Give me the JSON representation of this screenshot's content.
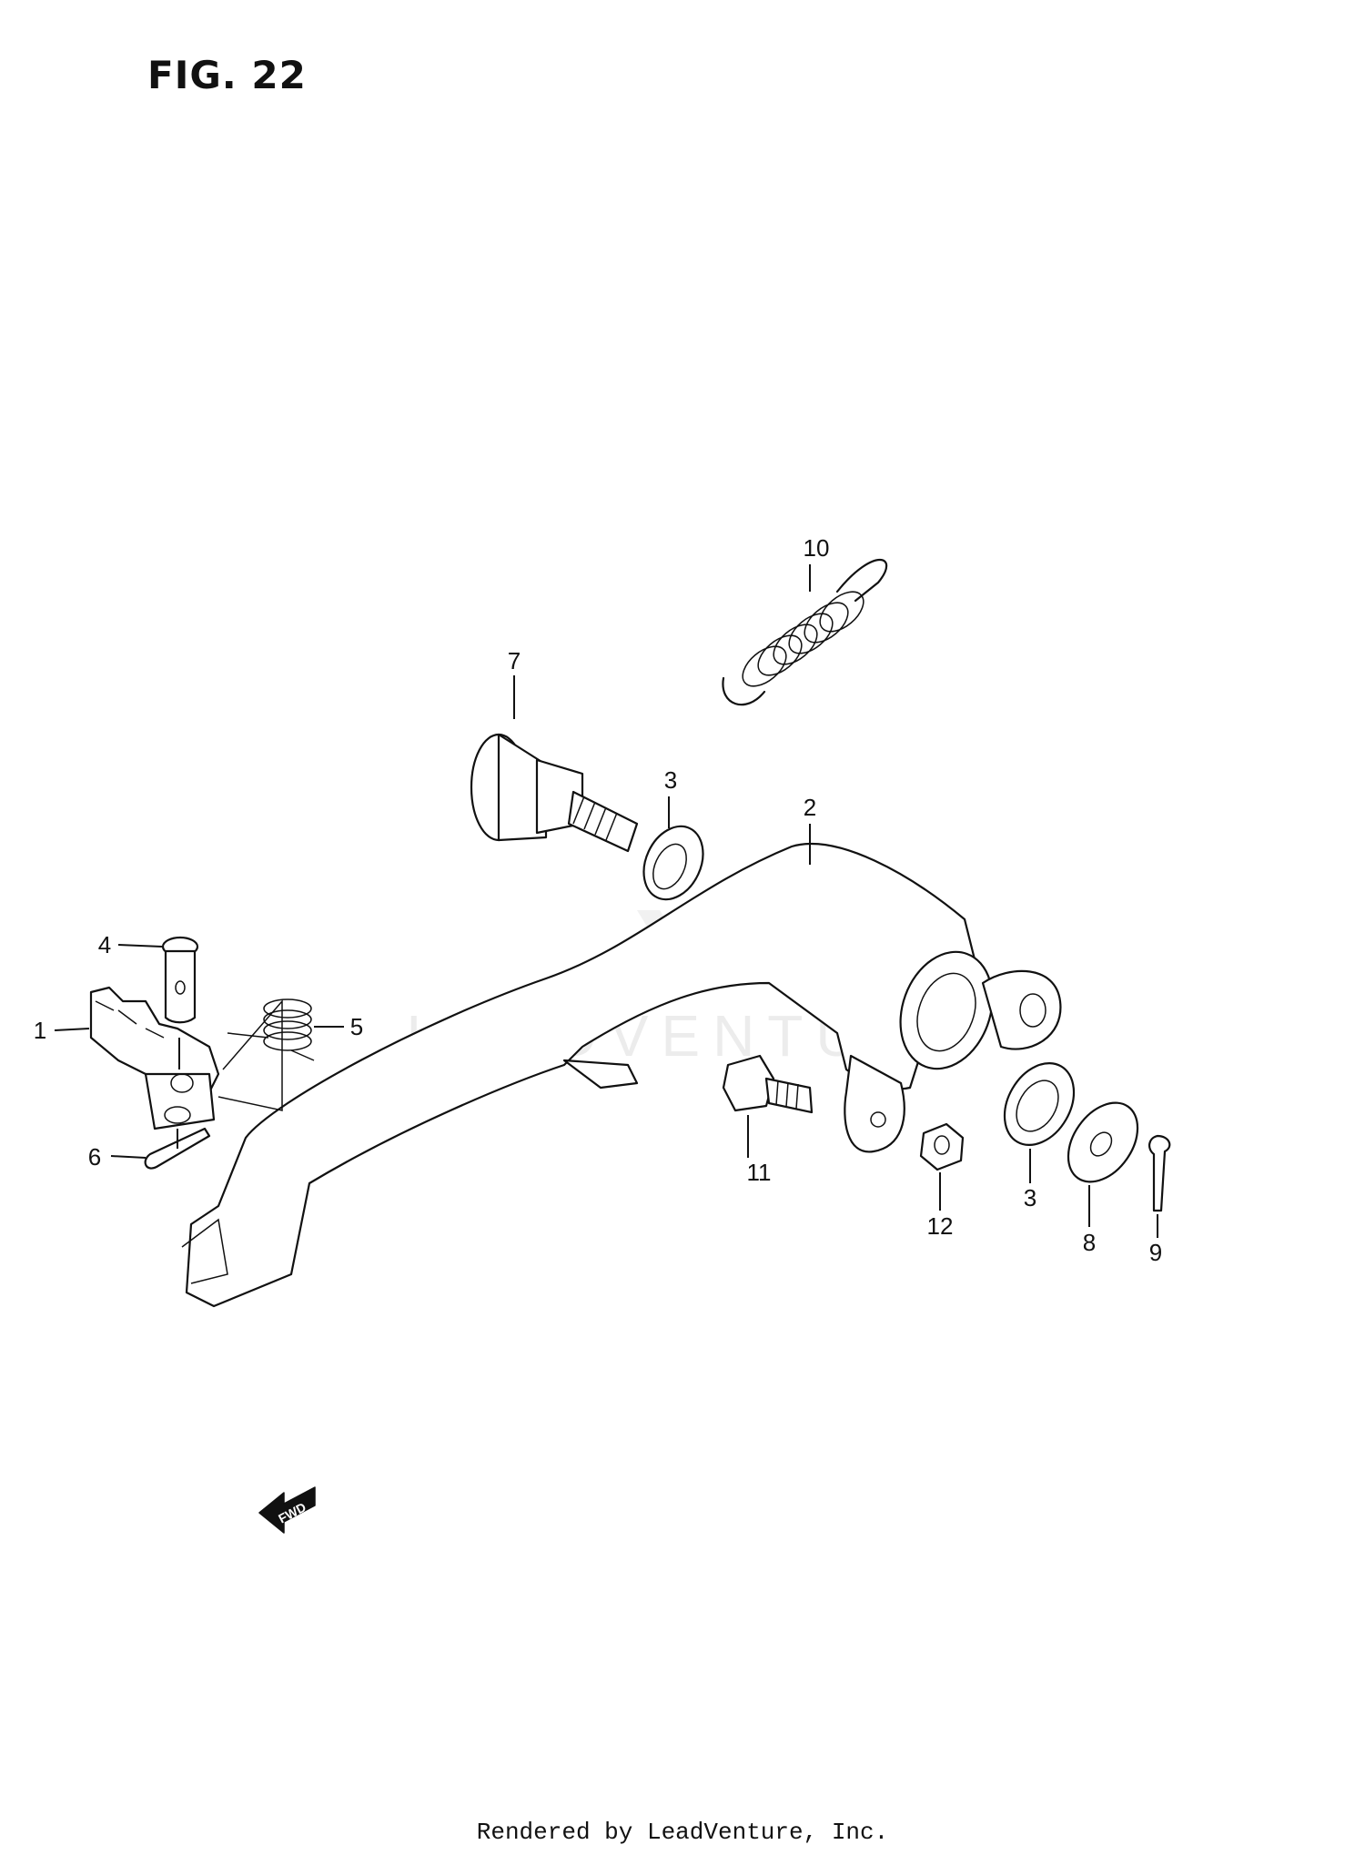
{
  "figure": {
    "title": "FIG. 22"
  },
  "watermark": {
    "text": "LEADVENTURE"
  },
  "callouts": [
    {
      "id": "1",
      "label": "1"
    },
    {
      "id": "2",
      "label": "2"
    },
    {
      "id": "3a",
      "label": "3"
    },
    {
      "id": "3b",
      "label": "3"
    },
    {
      "id": "4",
      "label": "4"
    },
    {
      "id": "5",
      "label": "5"
    },
    {
      "id": "6",
      "label": "6"
    },
    {
      "id": "7",
      "label": "7"
    },
    {
      "id": "8",
      "label": "8"
    },
    {
      "id": "9",
      "label": "9"
    },
    {
      "id": "10",
      "label": "10"
    },
    {
      "id": "11",
      "label": "11"
    },
    {
      "id": "12",
      "label": "12"
    }
  ],
  "fwd_arrow": {
    "label": "FWD"
  },
  "footer": {
    "credit": "Rendered by LeadVenture, Inc."
  }
}
